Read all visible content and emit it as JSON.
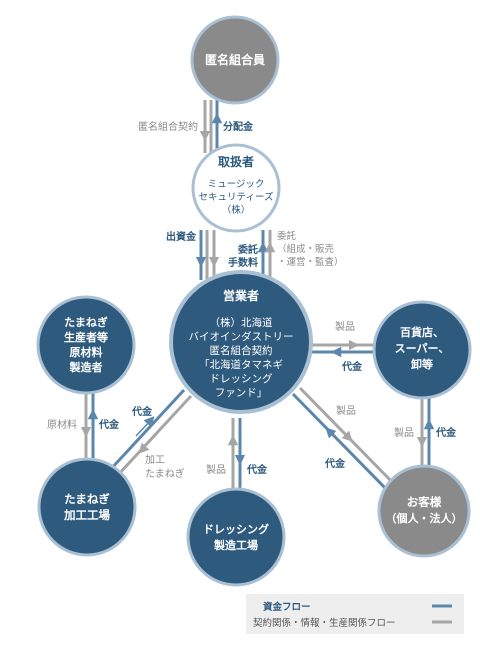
{
  "colors": {
    "navy": "#2e5a7e",
    "gray": "#8a8a8a",
    "ring": "#a9bfd3",
    "fund_flow": "#5b87ad",
    "contract_flow": "#a6a6a6",
    "legend_bg": "#eeeeee"
  },
  "nodes": {
    "investor": {
      "lines": [
        "匿名組合員"
      ]
    },
    "handler": {
      "title": "取扱者",
      "lines": [
        "ミュージック",
        "セキュリティーズ",
        "（株）"
      ]
    },
    "operator": {
      "title": "営業者",
      "lines": [
        "（株）北海道",
        "バイオインダストリー",
        "匿名組合契約",
        "「北海道タマネギ",
        "ドレッシング",
        "ファンド」"
      ]
    },
    "onion_producer": {
      "lines": [
        "たまねぎ",
        "生産者等",
        "原材料",
        "製造者"
      ]
    },
    "retail": {
      "lines": [
        "百貨店、",
        "スーパー、",
        "卸等"
      ]
    },
    "onion_factory": {
      "lines": [
        "たまねぎ",
        "加工工場"
      ]
    },
    "dressing_factory": {
      "lines": [
        "ドレッシング",
        "製造工場"
      ]
    },
    "customers": {
      "lines": [
        "お客様",
        "（個人・法人）"
      ]
    }
  },
  "labels": {
    "contract": "匿名組合契約",
    "dividend": "分配金",
    "investment": "出資金",
    "fee_l1": "委託",
    "fee_l2": "手数料",
    "consign_l1": "委託",
    "consign_l2": "（組成・販売",
    "consign_l3": "・運営・監査）",
    "product_retail": "製品",
    "payment_retail": "代金",
    "raw_material": "原材料",
    "payment_producer": "代金",
    "payment_factory": "代金",
    "process_l1": "加工",
    "process_l2": "たまねぎ",
    "product_dressing": "製品",
    "payment_dressing": "代金",
    "product_customer": "製品",
    "payment_customer": "代金",
    "product_retail_customer": "製品",
    "payment_retail_customer": "代金"
  },
  "legend": {
    "fund": "資金フロー",
    "contract": "契約関係・情報・生産関係フロー"
  }
}
